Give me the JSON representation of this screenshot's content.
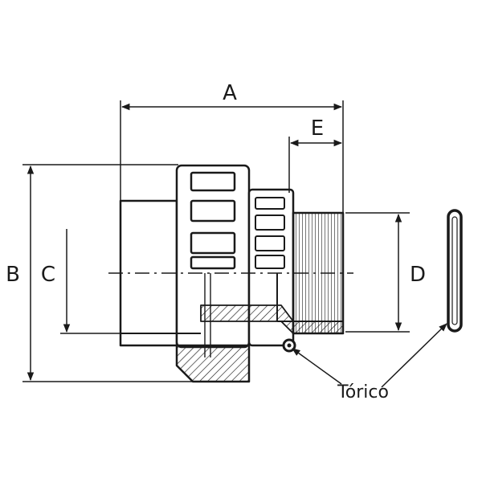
{
  "labels": {
    "a": "A",
    "b": "B",
    "c": "C",
    "d": "D",
    "e": "E",
    "o_ring": "Tórico"
  },
  "colors": {
    "stroke": "#1a1a1a",
    "fill": "#ffffff"
  }
}
